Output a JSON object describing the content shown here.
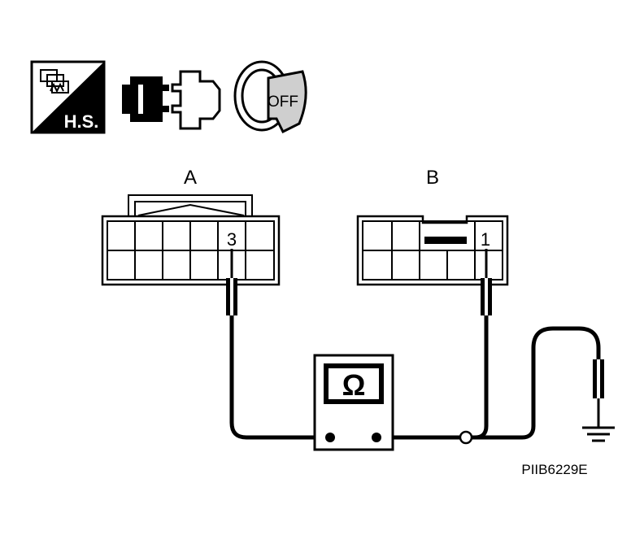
{
  "icons": {
    "harness_label": "H.S.",
    "ignition_label": "OFF"
  },
  "connector_a": {
    "label": "A",
    "terminal": "3"
  },
  "connector_b": {
    "label": "B",
    "terminal": "1"
  },
  "meter": {
    "symbol": "Ω"
  },
  "figure_code": "PIIB6229E"
}
